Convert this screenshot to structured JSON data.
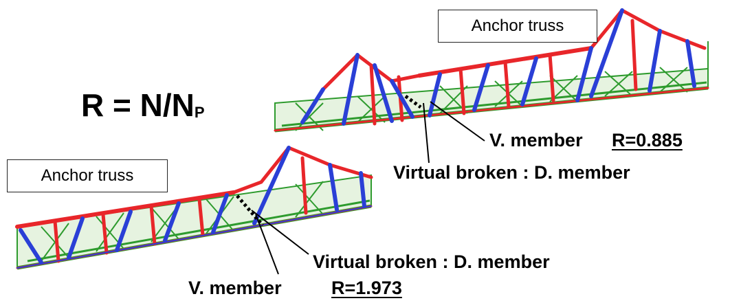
{
  "formula": {
    "lhs": "R",
    "eq": "=",
    "rhs": "N/N",
    "sub": "P"
  },
  "top_figure": {
    "anchor_label": "Anchor truss",
    "vm_label": "V. member",
    "r_value": "R=0.885",
    "broken_label": "Virtual broken : D. member"
  },
  "bottom_figure": {
    "anchor_label": "Anchor truss",
    "vm_label": "V. member",
    "r_value": "R=1.973",
    "broken_label": "Virtual broken : D. member"
  },
  "colors": {
    "tension": "#e8262a",
    "compression": "#2a3fd6",
    "bracing": "#2e9b2e",
    "text": "#000000"
  }
}
